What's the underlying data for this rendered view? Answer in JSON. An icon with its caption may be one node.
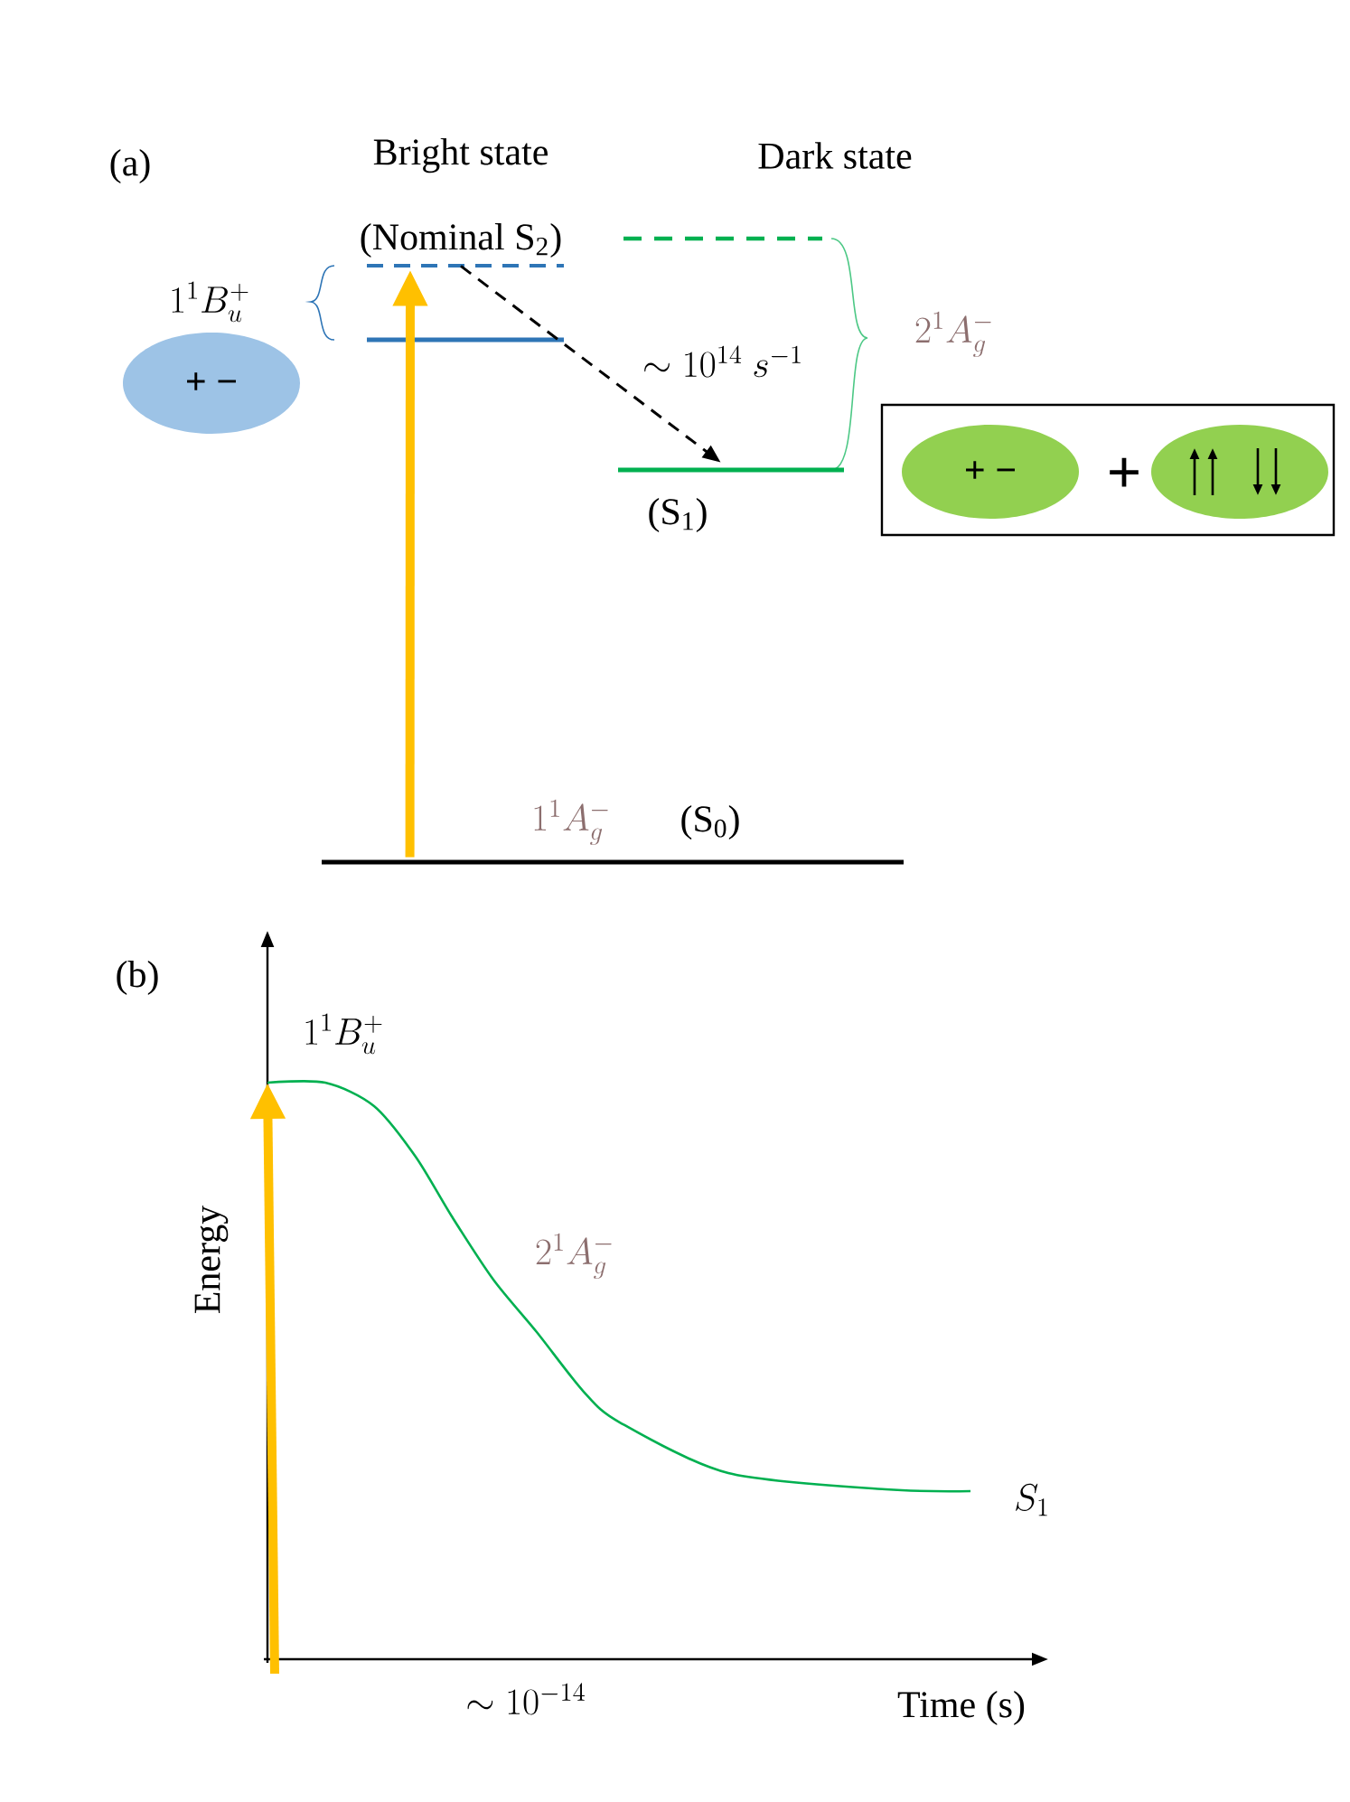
{
  "diagram": {
    "nodes": [
      {
        "text": [
          "(Nominal S$_{2}$)"
        ]
      },
      {
        "text": [],
        "shape": "bar"
      },
      {
        "text": [
          "(S$_{1}$)"
        ]
      },
      {
        "text": [
          "1^1A_g^-",
          "(S$_{0}$)"
        ]
      },
      {
        "text": [
          "+ −"
        ]
      },
      {
        "text": [
          "+"
        ]
      },
      {
        "text": [
          "+ −"
        ],
        "in": 5
      },
      {
        "text": [],
        "shape": "ellipse",
        "in": 5
      },
      {
        "text": [],
        "shape": "bar"
      }
    ],
    "edges": [
      {
        "from": 3,
        "to": 0,
        "arrow": "to",
        "style": "thick",
        "color": "#ffc000"
      },
      {
        "from": 0,
        "to": 2,
        "arrow": "to",
        "style": "dashed",
        "color": "#000000",
        "label": "\\sim 10^{14}\\ s^{-1}"
      }
    ],
    "labels": [
      "(a)",
      "Bright state",
      "Dark state",
      "1^1B_u^+",
      "2^1A_g^-",
      "(b)",
      "1^1B_u^+",
      "2^1A_g^-",
      "Energy",
      "S_1",
      "\\sim 10^{-14}",
      "Time (s)"
    ]
  }
}
